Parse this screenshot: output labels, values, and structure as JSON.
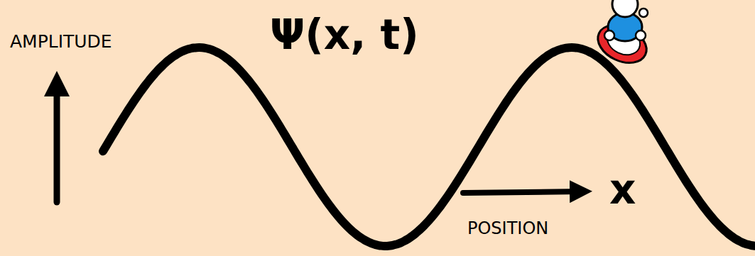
{
  "diagram": {
    "labels": [
      "AMPLITUDE",
      "Ψ(x, t)",
      "POSITION",
      "x"
    ]
  }
}
